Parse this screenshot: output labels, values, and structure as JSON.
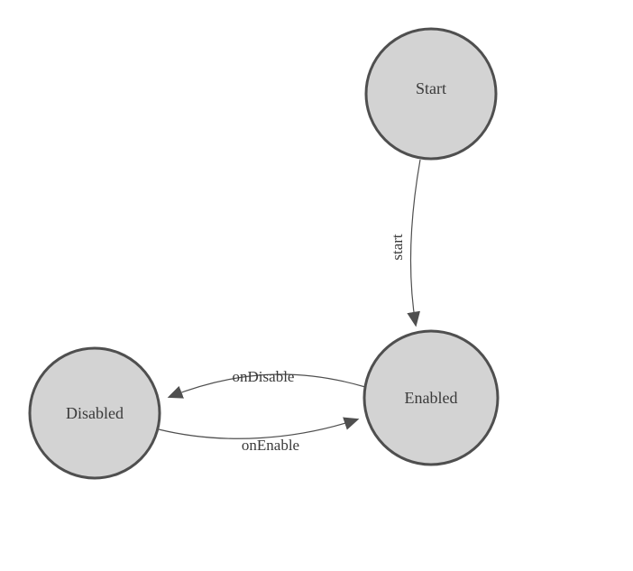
{
  "diagram": {
    "type": "state-machine",
    "colors": {
      "background": "#ffffff",
      "node_fill": "#d3d3d3",
      "node_stroke": "#4f4f4f",
      "edge_stroke": "#4f4f4f",
      "text": "#3a3a3a"
    },
    "nodes": [
      {
        "id": "start",
        "label": "Start"
      },
      {
        "id": "enabled",
        "label": "Enabled"
      },
      {
        "id": "disabled",
        "label": "Disabled"
      }
    ],
    "edges": [
      {
        "from": "start",
        "to": "enabled",
        "label": "start"
      },
      {
        "from": "enabled",
        "to": "disabled",
        "label": "onDisable"
      },
      {
        "from": "disabled",
        "to": "enabled",
        "label": "onEnable"
      }
    ]
  }
}
